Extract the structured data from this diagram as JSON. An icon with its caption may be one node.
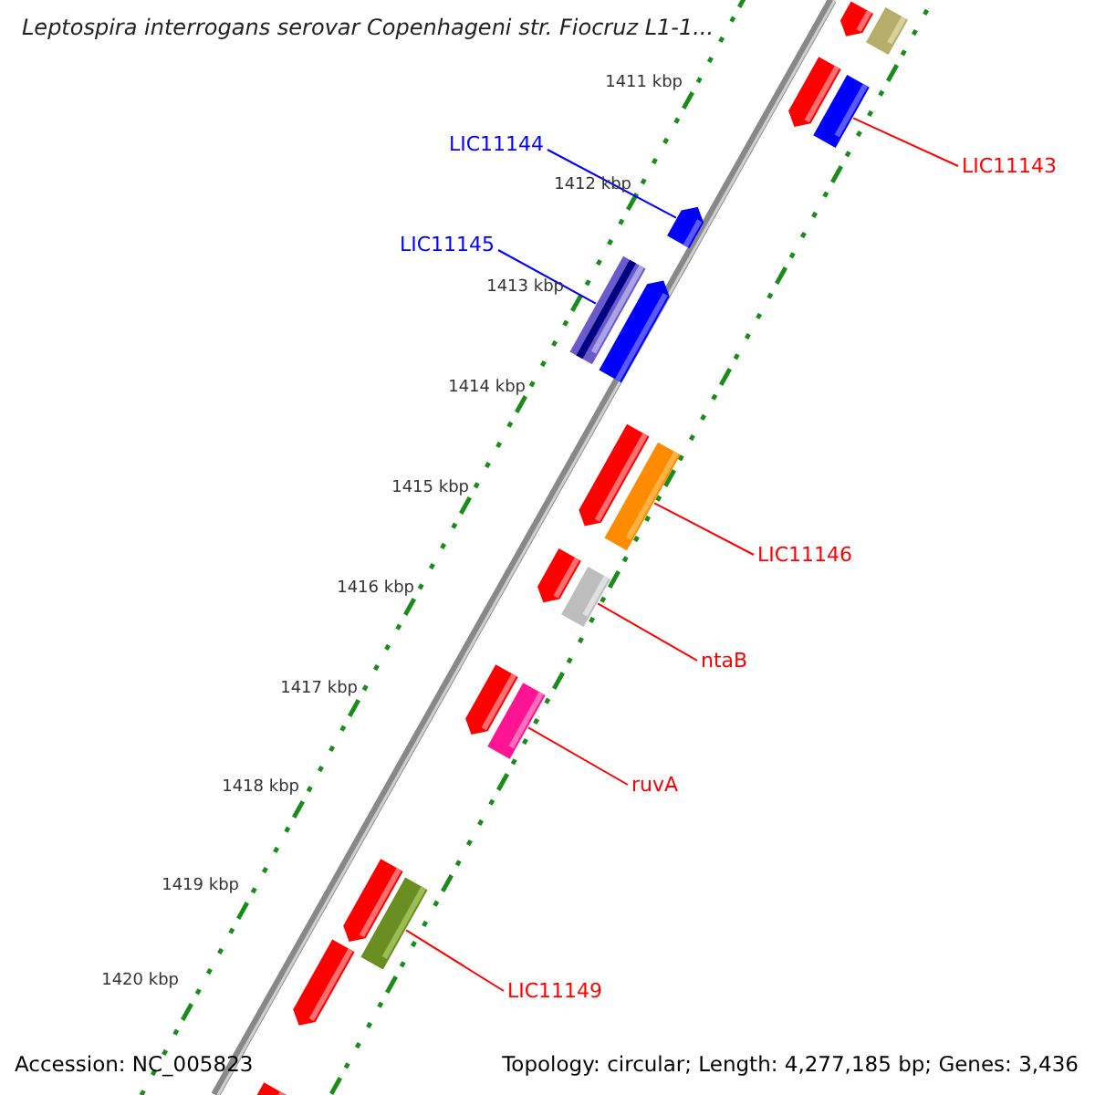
{
  "diagram": {
    "title": "Leptospira interrogans serovar Copenhageni str. Fiocruz L1-1...",
    "nodes": [
      {
        "text": [
          "LIC11144"
        ]
      },
      {
        "text": [
          "LIC11143"
        ]
      },
      {
        "text": [
          "LIC11145"
        ]
      },
      {
        "text": [
          "LIC11146"
        ]
      },
      {
        "text": [
          "ntaB"
        ]
      },
      {
        "text": [
          "ruvA"
        ]
      },
      {
        "text": [
          "LIC11149"
        ]
      },
      {
        "text": [],
        "shape": "bar"
      },
      {
        "text": [],
        "shape": "bar"
      },
      {
        "text": [],
        "shape": "bar"
      },
      {
        "text": [],
        "shape": "bar"
      },
      {
        "text": [],
        "shape": "bar"
      },
      {
        "text": [],
        "shape": "bar"
      },
      {
        "text": [],
        "shape": "bar"
      },
      {
        "text": [],
        "shape": "bar"
      },
      {
        "text": [],
        "shape": "bar"
      },
      {
        "text": [],
        "shape": "bar"
      },
      {
        "text": [],
        "shape": "bar"
      },
      {
        "text": [],
        "shape": "bar"
      },
      {
        "text": [],
        "shape": "bar"
      },
      {
        "text": [],
        "shape": "bar"
      },
      {
        "text": [],
        "shape": "bar"
      },
      {
        "text": [],
        "shape": "bar"
      },
      {
        "text": [],
        "shape": "bar"
      }
    ],
    "edges": [
      {
        "from": 0,
        "to": 11,
        "arrow": "none",
        "color": "#0000ff"
      },
      {
        "from": 1,
        "to": 10,
        "arrow": "none"
      },
      {
        "from": 2,
        "to": 12,
        "arrow": "none",
        "color": "#0000ff"
      },
      {
        "from": 3,
        "to": 15,
        "arrow": "none"
      },
      {
        "from": 4,
        "to": 17,
        "arrow": "none"
      },
      {
        "from": 5,
        "to": 19,
        "arrow": "none"
      },
      {
        "from": 6,
        "to": 21,
        "arrow": "none"
      }
    ],
    "labels": [
      "1411 kbp",
      "1412 kbp",
      "1413 kbp",
      "1414 kbp",
      "1415 kbp",
      "1416 kbp",
      "1417 kbp",
      "1418 kbp",
      "1419 kbp",
      "1420 kbp",
      "Accession: NC_005823",
      "Topology: circular; Length: 4,277,185 bp; Genes: 3,436"
    ]
  }
}
